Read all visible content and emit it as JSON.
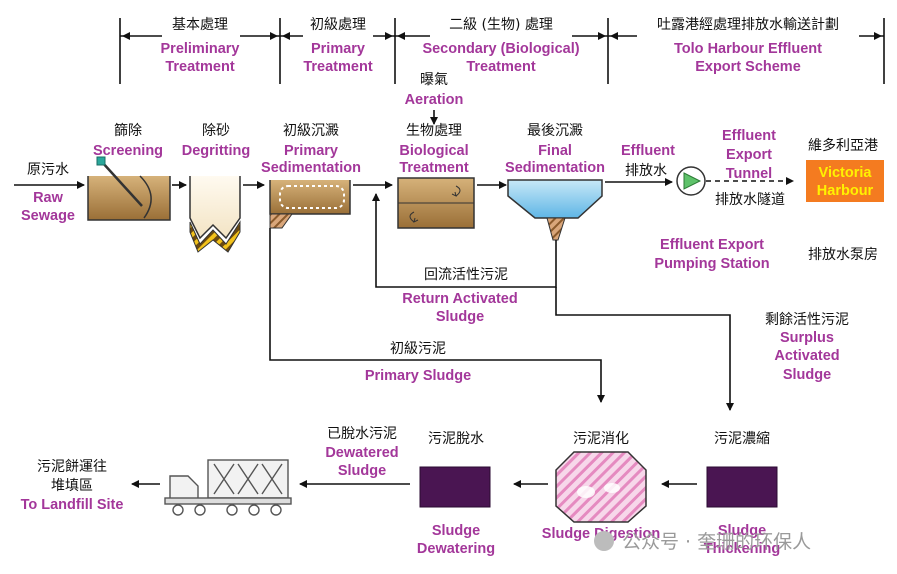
{
  "header": {
    "stages": [
      {
        "zh": "基本處理",
        "en": [
          "Preliminary",
          "Treatment"
        ]
      },
      {
        "zh": "初級處理",
        "en": [
          "Primary",
          "Treatment"
        ]
      },
      {
        "zh": "二級 (生物) 處理",
        "en": [
          "Secondary (Biological)",
          "Treatment"
        ]
      },
      {
        "zh": "吐露港經處理排放水輸送計劃",
        "en": [
          "Tolo Harbour Effluent",
          "Export Scheme"
        ]
      }
    ]
  },
  "flow": {
    "raw_sewage": {
      "zh": "原污水",
      "en": [
        "Raw",
        "Sewage"
      ]
    },
    "screening": {
      "zh": "篩除",
      "en": "Screening"
    },
    "degritting": {
      "zh": "除砂",
      "en": "Degritting"
    },
    "primary_sed": {
      "zh": "初級沉澱",
      "en": [
        "Primary",
        "Sedimentation"
      ]
    },
    "aeration": {
      "zh": "曝氣",
      "en": "Aeration"
    },
    "bio_treatment": {
      "zh": "生物處理",
      "en": [
        "Biological",
        "Treatment"
      ]
    },
    "final_sed": {
      "zh": "最後沉澱",
      "en": [
        "Final",
        "Sedimentation"
      ]
    },
    "effluent": {
      "en": "Effluent",
      "zh": "排放水"
    },
    "export_tunnel": {
      "en": [
        "Effluent",
        "Export",
        "Tunnel"
      ],
      "zh": "排放水隧道"
    },
    "victoria": {
      "zh": "維多利亞港",
      "en": [
        "Victoria",
        "Harbour"
      ]
    },
    "pumping_station": {
      "en": [
        "Effluent Export",
        "Pumping Station"
      ],
      "zh": "排放水泵房"
    },
    "return_sludge": {
      "zh": "回流活性污泥",
      "en": [
        "Return Activated",
        "Sludge"
      ]
    },
    "surplus_sludge": {
      "zh": "剩餘活性污泥",
      "en": [
        "Surplus",
        "Activated",
        "Sludge"
      ]
    },
    "primary_sludge": {
      "zh": "初級污泥",
      "en": "Primary Sludge"
    }
  },
  "sludge": {
    "thickening": {
      "zh": "污泥濃縮",
      "en": [
        "Sludge",
        "Thickening"
      ]
    },
    "digestion": {
      "zh": "污泥消化",
      "en": "Sludge Digestion"
    },
    "dewatering": {
      "zh": "污泥脫水",
      "en": [
        "Sludge",
        "Dewatering"
      ]
    },
    "dewatered": {
      "zh": "已脫水污泥",
      "en": [
        "Dewatered",
        "Sludge"
      ]
    },
    "landfill": {
      "zh": [
        "污泥餅運往",
        "堆填區"
      ],
      "en": "To Landfill Site"
    }
  },
  "watermark": "公众号 · 奎珊的环保人",
  "colors": {
    "accent": "#a3379a",
    "victoria_bg": "#f47b20",
    "victoria_text": "#fff200",
    "sludge_tank": "#4a1552"
  }
}
